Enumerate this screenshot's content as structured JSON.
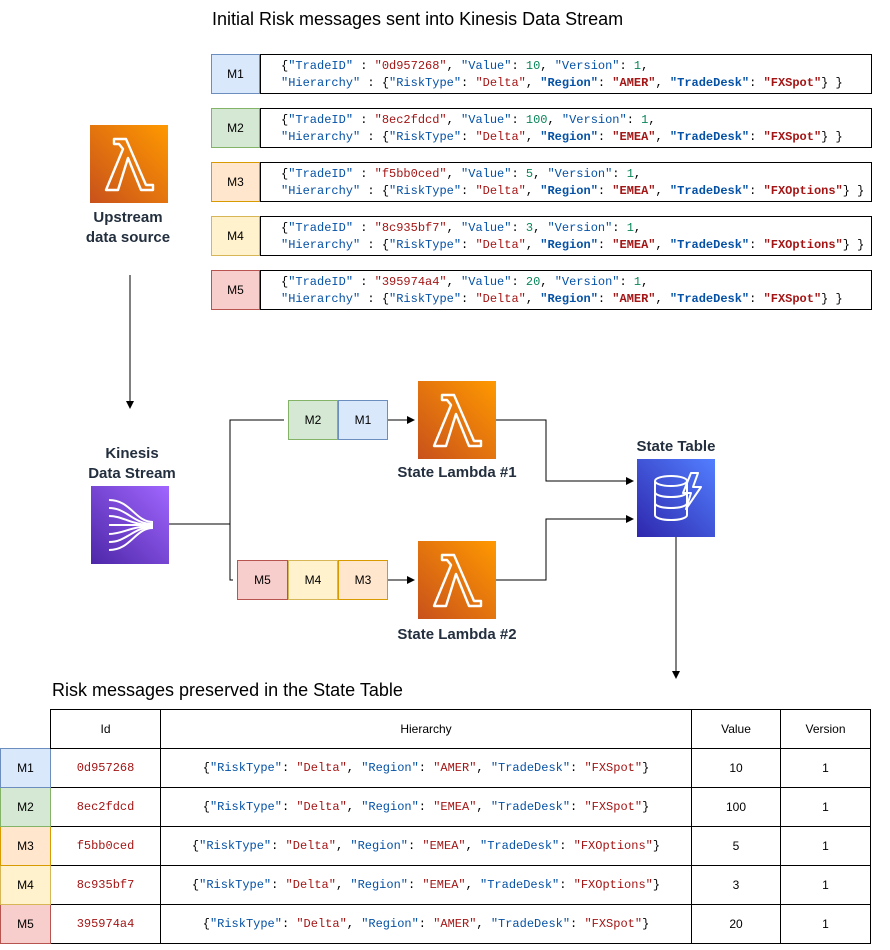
{
  "top_title": "Initial Risk messages sent into Kinesis Data Stream",
  "table_title": "Risk messages preserved in the State Table",
  "upstream": {
    "line1": "Upstream",
    "line2": "data source"
  },
  "kinesis": {
    "line1": "Kinesis",
    "line2": "Data Stream"
  },
  "lambda1_label": "State Lambda #1",
  "lambda2_label": "State Lambda #2",
  "state_table_label": "State Table",
  "messages": [
    {
      "tag": "M1",
      "trade_id": "0d957268",
      "value": "10",
      "version": "1",
      "risk_type": "Delta",
      "region": "AMER",
      "trade_desk": "FXSpot",
      "color": "#dae8fc"
    },
    {
      "tag": "M2",
      "trade_id": "8ec2fdcd",
      "value": "100",
      "version": "1",
      "risk_type": "Delta",
      "region": "EMEA",
      "trade_desk": "FXSpot",
      "color": "#d5e8d4"
    },
    {
      "tag": "M3",
      "trade_id": "f5bb0ced",
      "value": "5",
      "version": "1",
      "risk_type": "Delta",
      "region": "EMEA",
      "trade_desk": "FXOptions",
      "color": "#ffe6cc"
    },
    {
      "tag": "M4",
      "trade_id": "8c935bf7",
      "value": "3",
      "version": "1",
      "risk_type": "Delta",
      "region": "EMEA",
      "trade_desk": "FXOptions",
      "color": "#fff2cc"
    },
    {
      "tag": "M5",
      "trade_id": "395974a4",
      "value": "20",
      "version": "1",
      "risk_type": "Delta",
      "region": "AMER",
      "trade_desk": "FXSpot",
      "color": "#f8cecc"
    }
  ],
  "json_keys": {
    "trade_id": "\"TradeID\"",
    "value": "\"Value\"",
    "version": "\"Version\"",
    "hierarchy": "\"Hierarchy\"",
    "risk_type": "\"RiskType\"",
    "region": "\"Region\"",
    "trade_desk": "\"TradeDesk\""
  },
  "queue1": [
    "M2",
    "M1"
  ],
  "queue2": [
    "M5",
    "M4",
    "M3"
  ],
  "table": {
    "headers": [
      "Id",
      "Hierarchy",
      "Value",
      "Version"
    ],
    "rows": [
      {
        "tag": "M1",
        "id": "0d957268",
        "hierarchy": "{\"RiskType\": \"Delta\", \"Region\": \"AMER\", \"TradeDesk\": \"FXSpot\"}",
        "value": "10",
        "version": "1"
      },
      {
        "tag": "M2",
        "id": "8ec2fdcd",
        "hierarchy": "{\"RiskType\": \"Delta\", \"Region\": \"EMEA\", \"TradeDesk\": \"FXSpot\"}",
        "value": "100",
        "version": "1"
      },
      {
        "tag": "M3",
        "id": "f5bb0ced",
        "hierarchy": "{\"RiskType\": \"Delta\", \"Region\": \"EMEA\", \"TradeDesk\": \"FXOptions\"}",
        "value": "5",
        "version": "1"
      },
      {
        "tag": "M4",
        "id": "8c935bf7",
        "hierarchy": "{\"RiskType\": \"Delta\", \"Region\": \"EMEA\", \"TradeDesk\": \"FXOptions\"}",
        "value": "3",
        "version": "1"
      },
      {
        "tag": "M5",
        "id": "395974a4",
        "hierarchy": "{\"RiskType\": \"Delta\", \"Region\": \"AMER\", \"TradeDesk\": \"FXSpot\"}",
        "value": "20",
        "version": "1"
      }
    ]
  }
}
